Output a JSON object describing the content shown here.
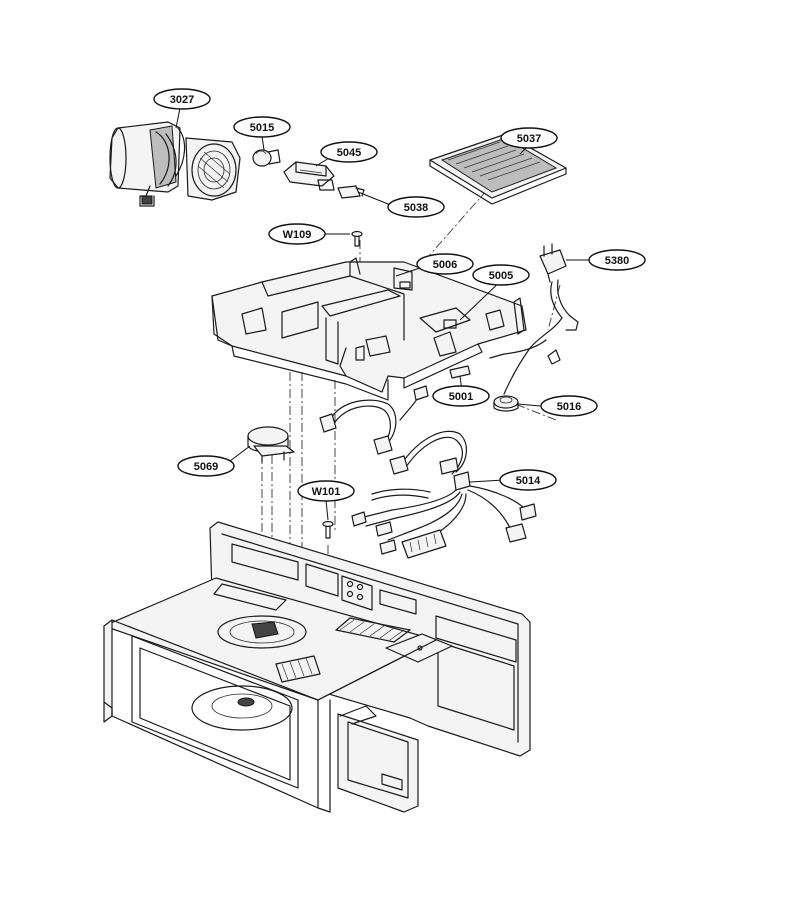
{
  "callouts": {
    "c3027": "3027",
    "c5015": "5015",
    "c5045": "5045",
    "c5038": "5038",
    "c5037": "5037",
    "cw109": "W109",
    "c5006": "5006",
    "c5005": "5005",
    "c5380": "5380",
    "c5001": "5001",
    "c5016": "5016",
    "c5069": "5069",
    "cw101": "W101",
    "c5014": "5014"
  }
}
